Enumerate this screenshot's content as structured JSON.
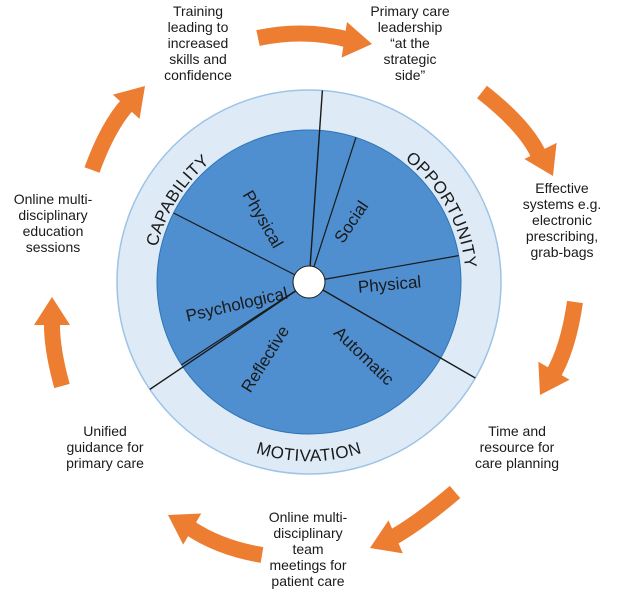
{
  "colors": {
    "arrow": "#ED7D31",
    "outer_ring": "#DEEBF7",
    "inner_disc": "#4F8FD0",
    "center": "#FFFFFF",
    "lines": "#1A1A1A",
    "text": "#1A1A1A"
  },
  "ring_labels": {
    "capability": "CAPABILITY",
    "opportunity": "OPPORTUNITY",
    "motivation": "MOTIVATION"
  },
  "segments": {
    "physical_capability": "Physical",
    "psychological": "Psychological",
    "social": "Social",
    "physical_opportunity": "Physical",
    "reflective": "Reflective",
    "automatic": "Automatic"
  },
  "outer_labels": {
    "training": [
      "Training",
      "leading to",
      "increased",
      "skills and",
      "confidence"
    ],
    "leadership": [
      "Primary care",
      "leadership",
      "“at the",
      "strategic",
      "side”"
    ],
    "systems": [
      "Effective",
      "systems e.g.",
      "electronic",
      "prescribing,",
      "grab-bags"
    ],
    "time": [
      "Time and",
      "resource for",
      "care planning"
    ],
    "mdt": [
      "Online multi-",
      "disciplinary",
      "team",
      "meetings for",
      "patient care"
    ],
    "guidance": [
      "Unified",
      "guidance for",
      "primary care"
    ],
    "education": [
      "Online multi-",
      "disciplinary",
      "education",
      "sessions"
    ]
  }
}
